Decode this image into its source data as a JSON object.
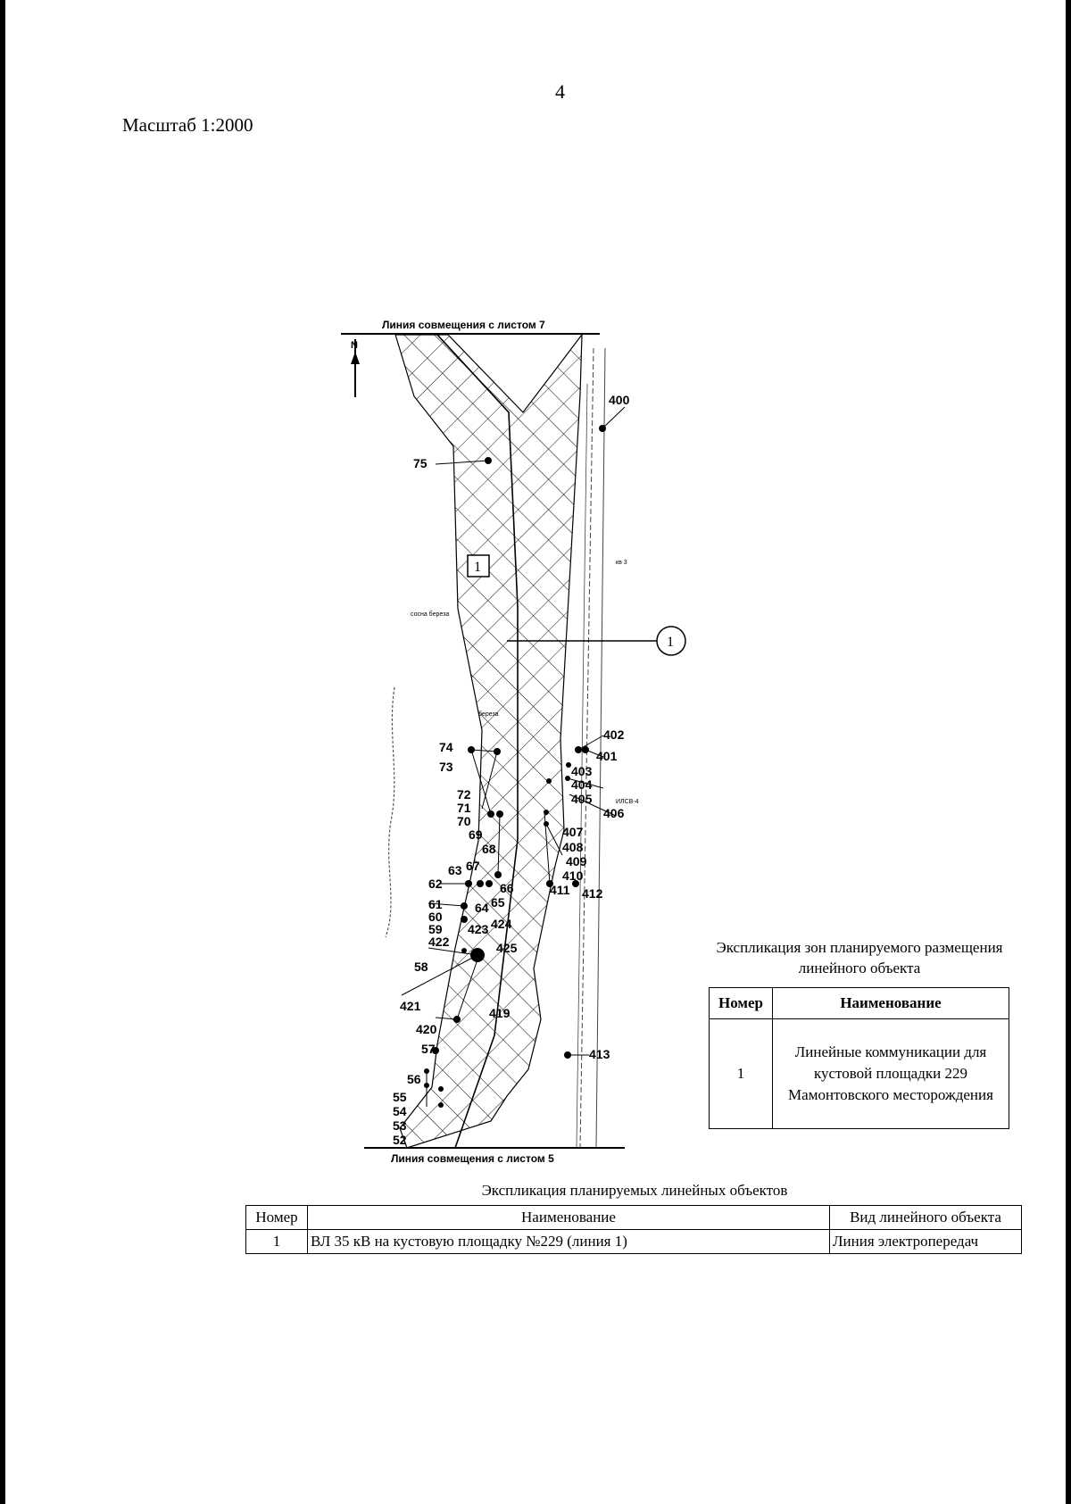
{
  "page": {
    "number": "4",
    "scale": "Масштаб 1:2000"
  },
  "map": {
    "top_caption": "Линия совмещения с листом 7",
    "bottom_caption": "Линия совмещения с листом 5",
    "north_label": "N",
    "zone_label": "1",
    "object_callout": "1",
    "point_labels": [
      "400",
      "75",
      "402",
      "401",
      "403",
      "404",
      "405",
      "406",
      "407",
      "408",
      "409",
      "410",
      "411",
      "412",
      "413",
      "74",
      "73",
      "72",
      "71",
      "70",
      "69",
      "68",
      "67",
      "63",
      "62",
      "66",
      "65",
      "64",
      "61",
      "60",
      "59",
      "424",
      "423",
      "425",
      "422",
      "58",
      "419",
      "421",
      "420",
      "57",
      "56",
      "55",
      "54",
      "53",
      "52"
    ],
    "small_text": [
      "сосна береза",
      "береза",
      "ИЛСВ-4",
      "кв 3"
    ]
  },
  "zones_table": {
    "title": "Экспликация зон планируемого размещения линейного объекта",
    "headers": [
      "Номер",
      "Наименование"
    ],
    "rows": [
      {
        "number": "1",
        "name": "Линейные коммуникации для кустовой площадки 229 Мамонтовского месторождения"
      }
    ]
  },
  "objects_table": {
    "title": "Экспликация планируемых линейных объектов",
    "headers": [
      "Номер",
      "Наименование",
      "Вид линейного объекта"
    ],
    "rows": [
      {
        "number": "1",
        "name": "ВЛ 35 кВ на кустовую площадку №229 (линия 1)",
        "type": "Линия электропередач"
      }
    ]
  }
}
